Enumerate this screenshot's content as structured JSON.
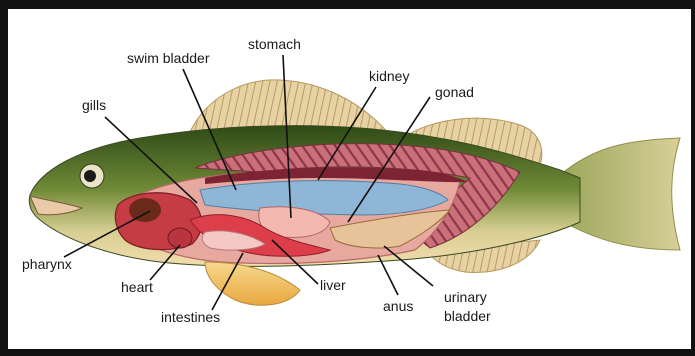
{
  "diagram": {
    "labels": {
      "stomach": "stomach",
      "swim_bladder": "swim bladder",
      "kidney": "kidney",
      "gonad": "gonad",
      "gills": "gills",
      "pharynx": "pharynx",
      "heart": "heart",
      "intestines": "intestines",
      "liver": "liver",
      "anus": "anus",
      "urinary_bladder_line1": "urinary",
      "urinary_bladder_line2": "bladder"
    },
    "colors": {
      "frame": "#111111",
      "back": "#3e5a1e",
      "belly": "#f2d6a8",
      "body_cavity": "#e7a8a0",
      "muscle_band": "#b85a68",
      "swim_bladder": "#8fb6d6",
      "organs": "#e05560",
      "fins": "#e2c99a",
      "tail_tip": "#b6b56e",
      "leader_line": "#111111"
    }
  }
}
